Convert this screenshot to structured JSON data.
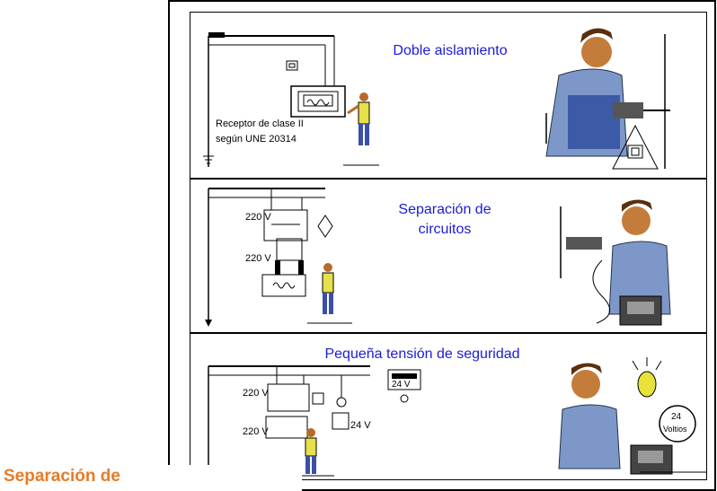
{
  "panels": [
    {
      "title": "Doble aislamiento",
      "receiver_line1": "Receptor de clase II",
      "receiver_line2": "según UNE 20314"
    },
    {
      "title_line1": "Separación de",
      "title_line2": "circuitos",
      "voltage_primary": "220 V",
      "voltage_secondary": "220 V"
    },
    {
      "title": "Pequeña tensión de seguridad",
      "voltage_primary": "220 V",
      "voltage_secondary": "220 V",
      "low_voltage": "24 V",
      "meter_label": "24 V",
      "badge_value": "24",
      "badge_unit": "Voltios"
    }
  ],
  "caption": "Separación de",
  "colors": {
    "title": "#1b1bd6",
    "caption": "#ea7a24"
  }
}
